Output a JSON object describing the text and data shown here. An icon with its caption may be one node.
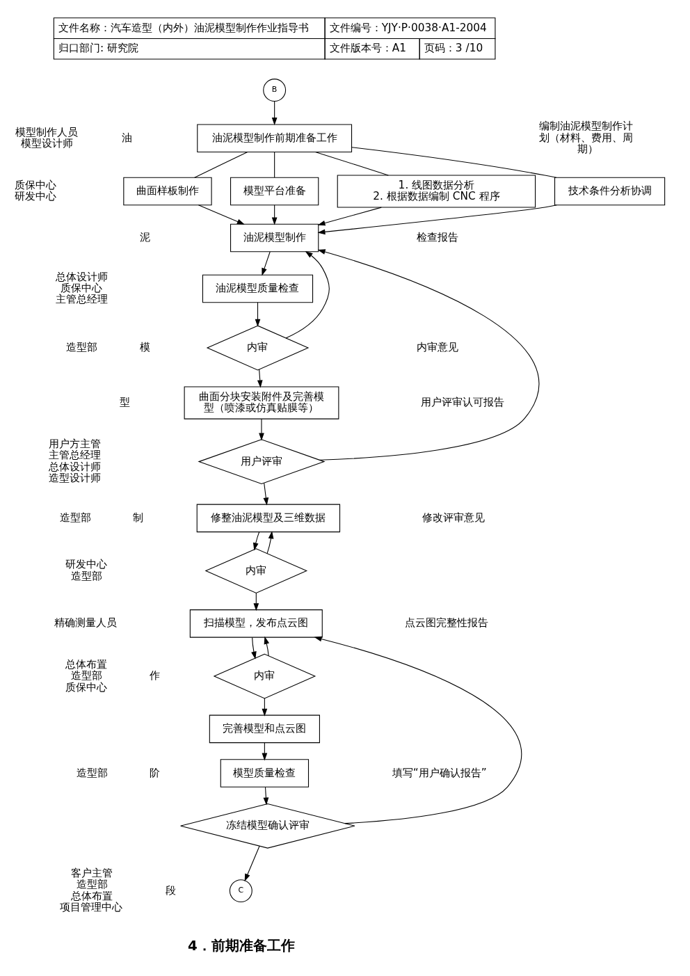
{
  "diagram": {
    "nodes": [
      {
        "text": [
          "B"
        ]
      },
      {
        "text": [
          "油泥模型制作前期准备工作"
        ]
      },
      {
        "text": [
          "技术条件分析协调"
        ]
      },
      {
        "text": [
          "曲面样板制作"
        ]
      },
      {
        "text": [
          "模型平台准备"
        ]
      },
      {
        "text": [
          "1. 线图数据分析",
          "2. 根据数据编制 CNC 程序"
        ]
      },
      {
        "text": [
          "油泥模型制作"
        ]
      },
      {
        "text": [
          "油泥模型质量检查"
        ]
      },
      {
        "text": [
          "内审"
        ]
      },
      {
        "text": [
          "曲面分块安装附件及完善模型（喷漆或仿真贴膜等）"
        ]
      },
      {
        "text": [
          "用户评审"
        ]
      },
      {
        "text": [
          "修整油泥模型及三维数据"
        ]
      },
      {
        "text": [
          "内审"
        ]
      },
      {
        "text": [
          "扫描模型，发布点云图"
        ]
      },
      {
        "text": [
          "内审"
        ]
      },
      {
        "text": [
          "完善模型和点云图"
        ]
      },
      {
        "text": [
          "模型质量检查"
        ]
      },
      {
        "text": [
          "冻结模型确认评审"
        ]
      },
      {
        "text": [
          "C"
        ]
      }
    ],
    "edges": [
      {
        "from": 0,
        "to": 1,
        "arrow": "to"
      },
      {
        "from": 1,
        "to": 2,
        "arrow": "none"
      },
      {
        "from": 1,
        "to": 3,
        "arrow": "none"
      },
      {
        "from": 1,
        "to": 4,
        "arrow": "none"
      },
      {
        "from": 1,
        "to": 5,
        "arrow": "none"
      },
      {
        "from": 2,
        "to": 6,
        "arrow": "to"
      },
      {
        "from": 3,
        "to": 6,
        "arrow": "to"
      },
      {
        "from": 4,
        "to": 6,
        "arrow": "to"
      },
      {
        "from": 5,
        "to": 6,
        "arrow": "to"
      },
      {
        "from": 6,
        "to": 7,
        "arrow": "to"
      },
      {
        "from": 7,
        "to": 8,
        "arrow": "to"
      },
      {
        "from": 8,
        "to": 6,
        "arrow": "to"
      },
      {
        "from": 8,
        "to": 9,
        "arrow": "to"
      },
      {
        "from": 9,
        "to": 10,
        "arrow": "to"
      },
      {
        "from": 10,
        "to": 6,
        "arrow": "to"
      },
      {
        "from": 10,
        "to": 11,
        "arrow": "to"
      },
      {
        "from": 11,
        "to": 12,
        "arrow": "to"
      },
      {
        "from": 12,
        "to": 11,
        "arrow": "to"
      },
      {
        "from": 12,
        "to": 13,
        "arrow": "to"
      },
      {
        "from": 13,
        "to": 14,
        "arrow": "to"
      },
      {
        "from": 14,
        "to": 13,
        "arrow": "to"
      },
      {
        "from": 14,
        "to": 15,
        "arrow": "to"
      },
      {
        "from": 15,
        "to": 16,
        "arrow": "to"
      },
      {
        "from": 16,
        "to": 17,
        "arrow": "to"
      },
      {
        "from": 17,
        "to": 13,
        "arrow": "to"
      },
      {
        "from": 17,
        "to": 18,
        "arrow": "to"
      }
    ],
    "labels": [
      "文件名称：汽车造型（内外）油泥模型制作作业指导书",
      "文件编号：YJY·P·0038·A1-2004",
      "归口部门: 研究院",
      "文件版本号：A1",
      "页码：3 /10",
      "模型制作人员",
      "模型设计师",
      "质保中心",
      "研发中心",
      "总体设计师",
      "质保中心",
      "主管总经理",
      "造型部",
      "用户方主管",
      "主管总经理",
      "总体设计师",
      "造型设计师",
      "造型部",
      "研发中心",
      "造型部",
      "精确测量人员",
      "总体布置",
      "造型部",
      "质保中心",
      "造型部",
      "客户主管",
      "造型部",
      "总体布置",
      "项目管理中心",
      "油",
      "泥",
      "模",
      "型",
      "制",
      "作",
      "阶",
      "段",
      "编制油泥模型制作计划（材料、费用、周期）",
      "检查报告",
      "内审意见",
      "用户评审认可报告",
      "修改评审意见",
      "点云图完整性报告",
      "填写“用户确认报告”",
      "4．前期准备工作"
    ]
  }
}
